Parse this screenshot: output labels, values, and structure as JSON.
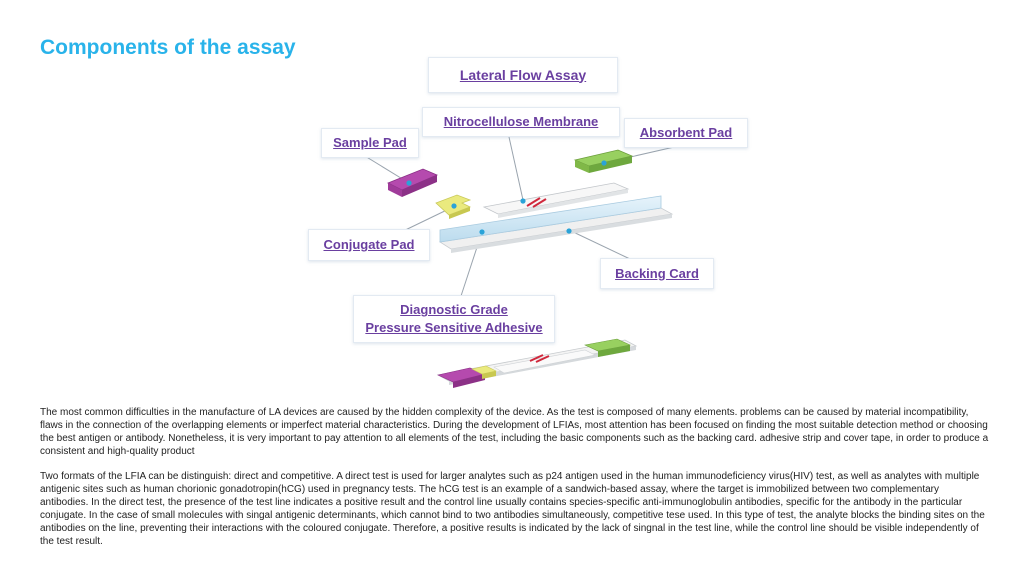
{
  "page": {
    "title": "Components of the assay"
  },
  "diagram": {
    "main_label": "Lateral Flow Assay",
    "labels": {
      "nitrocellulose": "Nitrocellulose Membrane",
      "sample_pad": "Sample Pad",
      "absorbent_pad": "Absorbent Pad",
      "conjugate_pad": "Conjugate Pad",
      "backing_card": "Backing Card",
      "adhesive_line1": "Diagnostic Grade",
      "adhesive_line2": "Pressure Sensitive Adhesive"
    },
    "colors": {
      "sample_pad": "#b048a8",
      "conjugate_pad": "#e6e67a",
      "absorbent_pad": "#8cc850",
      "membrane": "#f5f5f5",
      "adhesive": "#d8ecf8",
      "test_line": "#d0283c",
      "pointer_dot": "#2aa3d8",
      "label_text": "#6a3fa0",
      "title": "#29b3ea"
    }
  },
  "text": {
    "paragraph1": "The most common difficulties in the manufacture of LA devices are caused by the hidden complexity of the device. As the test is composed of many elements. problems can be caused by material incompatibility, flaws in the connection of the overlapping elements or imperfect material characteristics. During the development of LFIAs, most attention has been focused on finding the most suitable detection method or choosing the best antigen or antibody. Nonetheless, it is very important to pay attention to all elements of the test, including the basic components such as the backing card. adhesive strip and cover tape, in order to produce a consistent and high-quality product",
    "paragraph2": "Two formats of the LFIA can be distinguish: direct and competitive. A direct test is used for larger analytes such as p24 antigen used in the human immunodeficiency virus(HIV) test, as well as analytes with multiple antigenic sites such as human chorionic gonadotropin(hCG) used in pregnancy tests. The hCG test is an example of a sandwich-based assay, where the target is immobilized between two complementary antibodies. In the direct test, the presence of the test line indicates a positive result and the control line usually contains species-specific anti-immunoglobulin antibodies, specific for the antibody in the particular conjugate. In the case of small molecules with singal antigenic determinants, which cannot bind to two antibodies simultaneously, competitive tese used. In this type of test, the analyte blocks the binding sites on the antibodies on the line, preventing their interactions with the coloured conjugate. Therefore, a positive results is indicated by the lack of singnal in the test line, while the control line should be visible independently of the test result."
  }
}
